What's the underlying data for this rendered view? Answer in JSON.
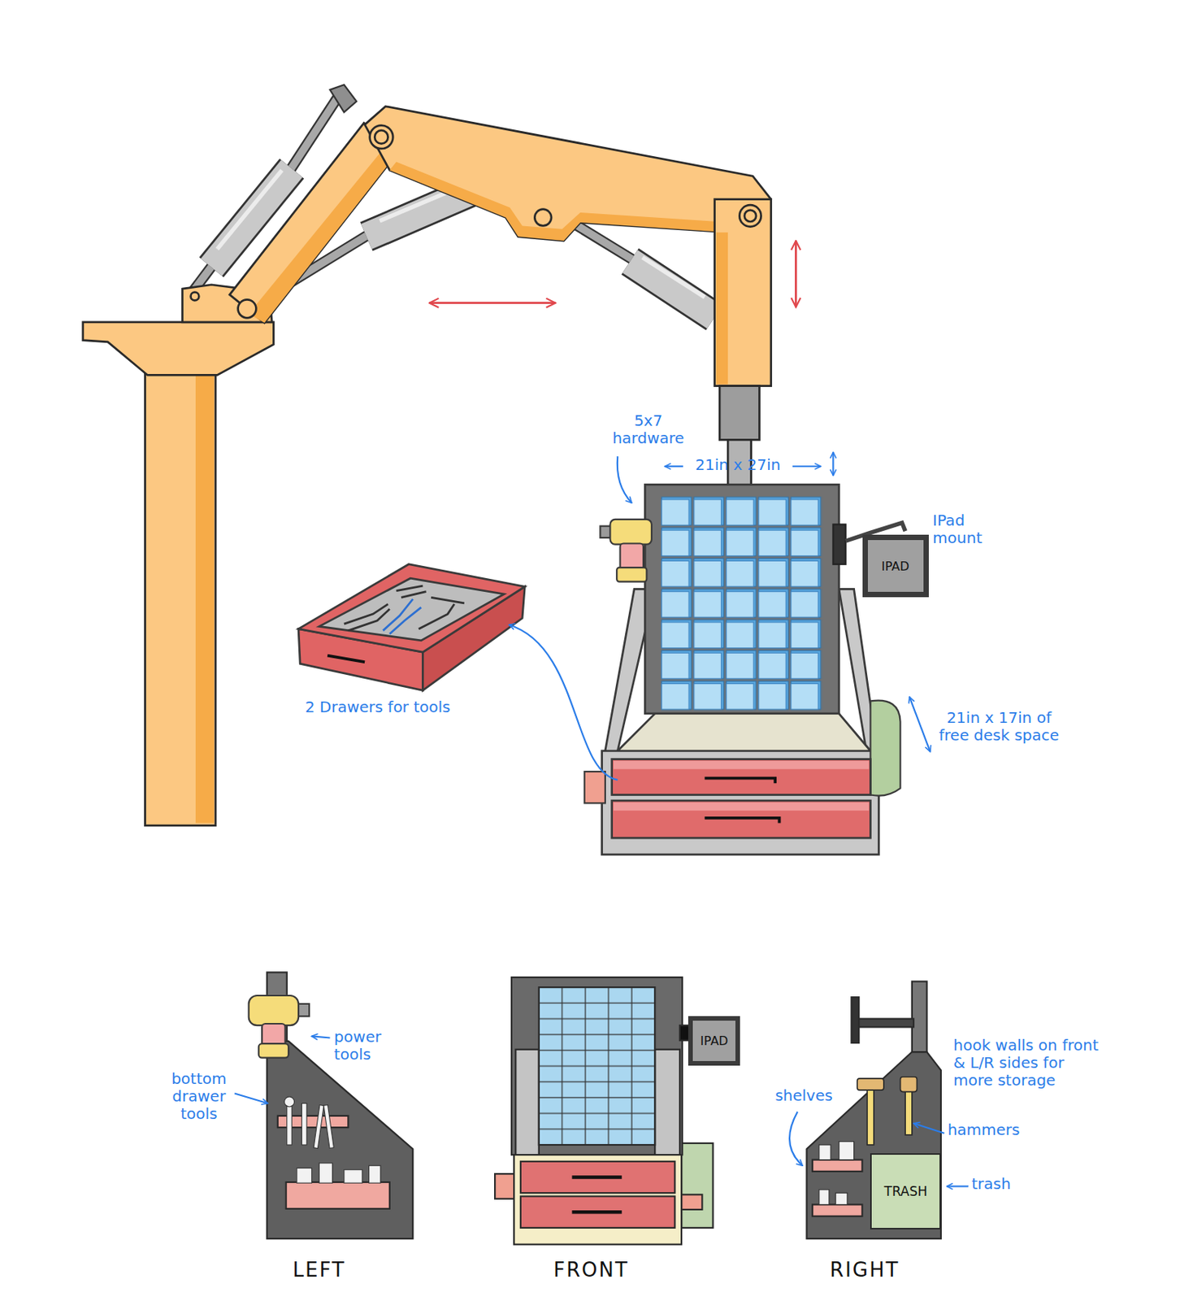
{
  "diagram": {
    "nodes": [
      {
        "text": [
          "IPAD"
        ]
      },
      {
        "text": [
          "IPAD"
        ]
      },
      {
        "text": [
          "TRASH"
        ]
      }
    ],
    "labels": [
      "5x7 hardware",
      "21in x 27in",
      "IPad mount",
      "2 Drawers for tools",
      "21in x 17in of free desk space",
      "power tools",
      "bottom drawer tools",
      "hook walls on front & L/R sides for more storage",
      "shelves",
      "hammers",
      "trash",
      "LEFT",
      "FRONT",
      "RIGHT"
    ]
  }
}
